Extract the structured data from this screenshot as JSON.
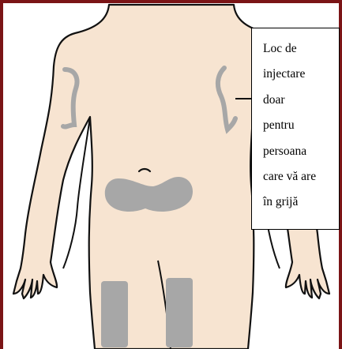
{
  "figure": {
    "callout_lines": [
      "Loc de",
      "injectare",
      "doar",
      "pentru",
      "persoana",
      "care vă are",
      "în grijă"
    ]
  },
  "colors": {
    "frame": "#7b1416",
    "skin": "#f7e4d1",
    "outline": "#111111",
    "injection_area": "#a7a7a7"
  },
  "regions": [
    "abdomen",
    "left-thigh",
    "right-thigh",
    "left-upper-arm",
    "right-upper-arm"
  ]
}
